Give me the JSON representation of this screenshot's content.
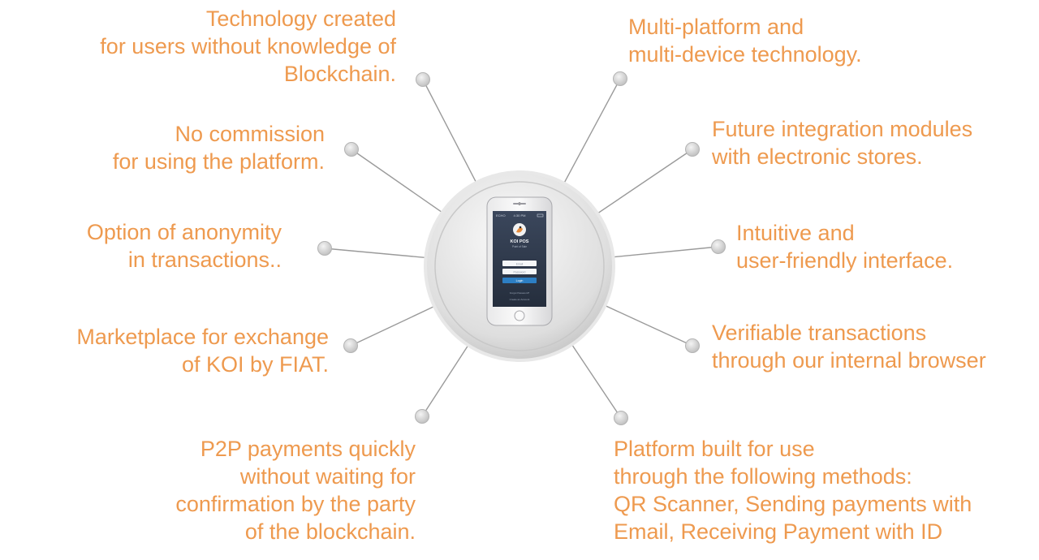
{
  "colors": {
    "accent_text": "#ee9a4f",
    "connector_line": "#9a9a9a",
    "node_fill": "#d6d6d6",
    "node_stroke": "#b4b4b4",
    "hub_ring": "#cfcfcf",
    "phone_screen": "#2f3a4d",
    "phone_button": "#2d7fc4"
  },
  "hub": {
    "icon": "smartphone-icon",
    "app_name": "KOI POS",
    "app_subtitle": "Point of Sale",
    "status_left": "ECHO",
    "status_center": "4:30 PM",
    "username_placeholder": "Email",
    "password_placeholder": "Password",
    "login_label": "Login",
    "forgot_label": "Forgot Password?",
    "create_label": "Create an Account"
  },
  "features": [
    {
      "id": "no-blockchain-knowledge",
      "text": "Technology created\nfor users without knowledge of\nBlockchain."
    },
    {
      "id": "multi-platform",
      "text": "Multi-platform and\nmulti-device technology."
    },
    {
      "id": "no-commission",
      "text": "No commission\nfor using the platform."
    },
    {
      "id": "ecommerce-modules",
      "text": "Future integration modules\nwith electronic stores."
    },
    {
      "id": "anonymity",
      "text": "Option of anonymity\nin transactions.."
    },
    {
      "id": "user-friendly",
      "text": "Intuitive and\nuser-friendly interface."
    },
    {
      "id": "marketplace",
      "text": "Marketplace for exchange\nof KOI by FIAT."
    },
    {
      "id": "verifiable-transactions",
      "text": "Verifiable transactions\nthrough our internal browser"
    },
    {
      "id": "p2p-payments",
      "text": "P2P payments quickly\nwithout waiting for\nconfirmation by the party\nof the blockchain."
    },
    {
      "id": "usage-methods",
      "text": "Platform built for use\nthrough the following methods:\nQR Scanner, Sending payments with\nEmail, Receiving Payment with ID"
    }
  ]
}
